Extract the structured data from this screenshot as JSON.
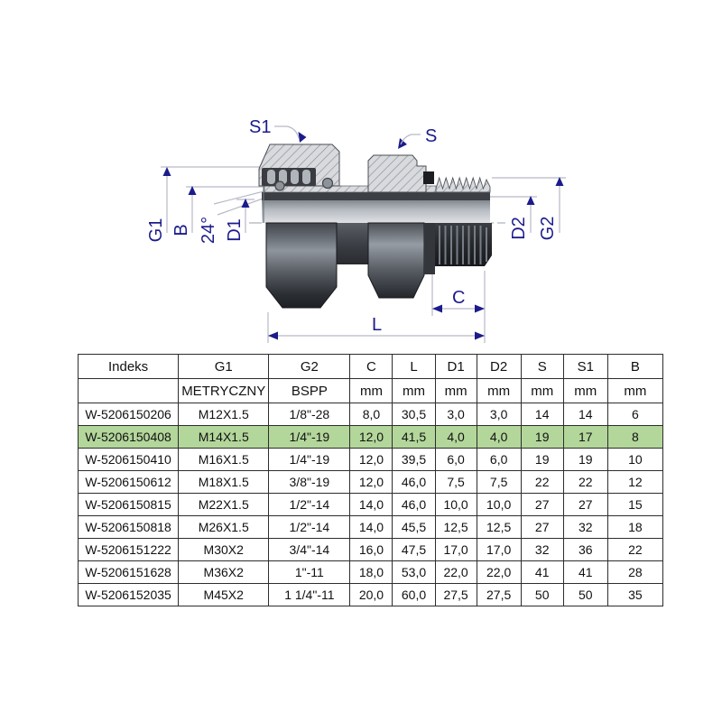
{
  "colors": {
    "dimension_navy": "#1b1b8c",
    "line_gray": "#b6b9c8",
    "highlight_green": "#b3d69b",
    "hatch_fill": "#d8dade",
    "hatch_line": "#8e929a"
  },
  "diagram": {
    "labels": {
      "s1": "S1",
      "s": "S",
      "g1": "G1",
      "b": "B",
      "angle": "24°",
      "d1": "D1",
      "d2": "D2",
      "g2": "G2",
      "c": "C",
      "l": "L"
    }
  },
  "table": {
    "columns": [
      "Indeks",
      "G1",
      "G2",
      "C",
      "L",
      "D1",
      "D2",
      "S",
      "S1",
      "B"
    ],
    "subheader": [
      "",
      "METRYCZNY",
      "BSPP",
      "mm",
      "mm",
      "mm",
      "mm",
      "mm",
      "mm",
      "mm"
    ],
    "rows": [
      {
        "highlighted": false,
        "cells": [
          "W-5206150206",
          "M12X1.5",
          "1/8\"-28",
          "8,0",
          "30,5",
          "3,0",
          "3,0",
          "14",
          "14",
          "6"
        ]
      },
      {
        "highlighted": true,
        "cells": [
          "W-5206150408",
          "M14X1.5",
          "1/4\"-19",
          "12,0",
          "41,5",
          "4,0",
          "4,0",
          "19",
          "17",
          "8"
        ]
      },
      {
        "highlighted": false,
        "cells": [
          "W-5206150410",
          "M16X1.5",
          "1/4\"-19",
          "12,0",
          "39,5",
          "6,0",
          "6,0",
          "19",
          "19",
          "10"
        ]
      },
      {
        "highlighted": false,
        "cells": [
          "W-5206150612",
          "M18X1.5",
          "3/8\"-19",
          "12,0",
          "46,0",
          "7,5",
          "7,5",
          "22",
          "22",
          "12"
        ]
      },
      {
        "highlighted": false,
        "cells": [
          "W-5206150815",
          "M22X1.5",
          "1/2\"-14",
          "14,0",
          "46,0",
          "10,0",
          "10,0",
          "27",
          "27",
          "15"
        ]
      },
      {
        "highlighted": false,
        "cells": [
          "W-5206150818",
          "M26X1.5",
          "1/2\"-14",
          "14,0",
          "45,5",
          "12,5",
          "12,5",
          "27",
          "32",
          "18"
        ]
      },
      {
        "highlighted": false,
        "cells": [
          "W-5206151222",
          "M30X2",
          "3/4\"-14",
          "16,0",
          "47,5",
          "17,0",
          "17,0",
          "32",
          "36",
          "22"
        ]
      },
      {
        "highlighted": false,
        "cells": [
          "W-5206151628",
          "M36X2",
          "1\"-11",
          "18,0",
          "53,0",
          "22,0",
          "22,0",
          "41",
          "41",
          "28"
        ]
      },
      {
        "highlighted": false,
        "cells": [
          "W-5206152035",
          "M45X2",
          "1 1/4\"-11",
          "20,0",
          "60,0",
          "27,5",
          "27,5",
          "50",
          "50",
          "35"
        ]
      }
    ]
  }
}
